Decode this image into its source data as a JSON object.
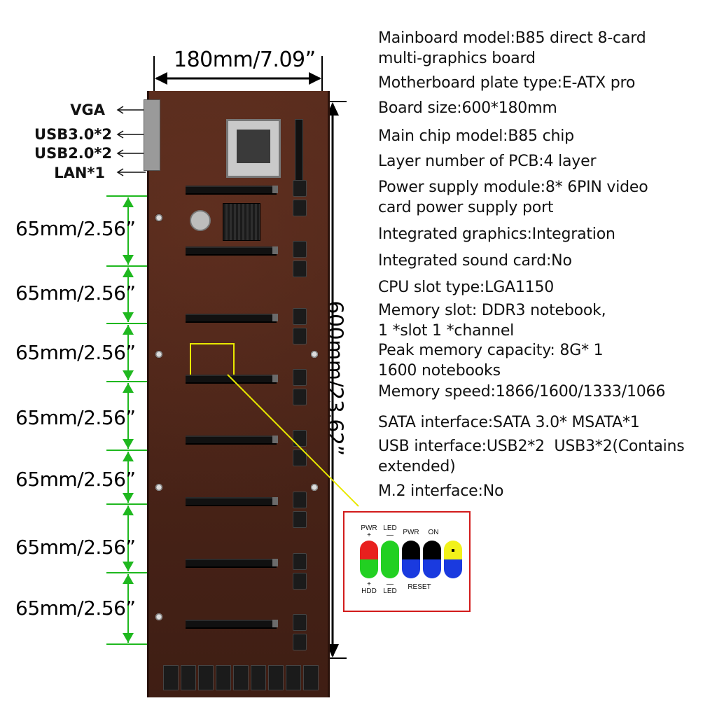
{
  "dimensions": {
    "width_label": "180mm/7.09”",
    "height_label": "600mm/23.62”",
    "slot_spacing_labels": [
      "65mm/2.56”",
      "65mm/2.56”",
      "65mm/2.56”",
      "65mm/2.56”",
      "65mm/2.56”",
      "65mm/2.56”",
      "65mm/2.56”"
    ]
  },
  "ports": [
    {
      "label": "VGA"
    },
    {
      "label": "USB3.0*2"
    },
    {
      "label": "USB2.0*2"
    },
    {
      "label": "LAN*1"
    }
  ],
  "specs": [
    "Mainboard model:B85 direct 8-card\nmulti-graphics board",
    "Motherboard plate type:E-ATX pro",
    "Board size:600*180mm",
    "Main chip model:B85 chip",
    "Layer number of PCB:4 layer",
    "Power supply module:8* 6PIN video\ncard power supply port",
    "Integrated graphics:Integration",
    "Integrated sound card:No",
    "CPU slot type:LGA1150",
    "Memory slot: DDR3 notebook,\n1 *slot 1 *channel",
    "Peak memory capacity: 8G* 1\n1600 notebooks",
    "Memory speed:1866/1600/1333/1066",
    "SATA interface:SATA 3.0* MSATA*1",
    "USB interface:USB2*2  USB3*2(Contains\nextended)",
    "M.2 interface:No"
  ],
  "front_panel": {
    "top_labels": [
      {
        "line1": "PWR",
        "line2": "+"
      },
      {
        "line1": "LED",
        "line2": "—"
      },
      {
        "line1": "PWR",
        "line2": ""
      },
      {
        "line1": "ON",
        "line2": ""
      }
    ],
    "bottom_labels": [
      {
        "line1": "+",
        "line2": "HDD"
      },
      {
        "line1": "—",
        "line2": "LED"
      },
      {
        "line1": "RESET",
        "line2": ""
      }
    ],
    "pin_colors": [
      {
        "top": "#e8201e",
        "bottom": "#22d022"
      },
      {
        "top": "#22d022",
        "bottom": "#22d022"
      },
      {
        "top": "#000000",
        "bottom": "#1a3adf"
      },
      {
        "top": "#000000",
        "bottom": "#1a3adf"
      },
      {
        "top": "#f2f21a",
        "bottom": "#1a3adf"
      }
    ]
  },
  "colors": {
    "dimension_green": "#1fb81f",
    "callout_yellow": "#e8e800",
    "inset_border": "#d21b1b",
    "pcb_brown": "#4a2418"
  }
}
